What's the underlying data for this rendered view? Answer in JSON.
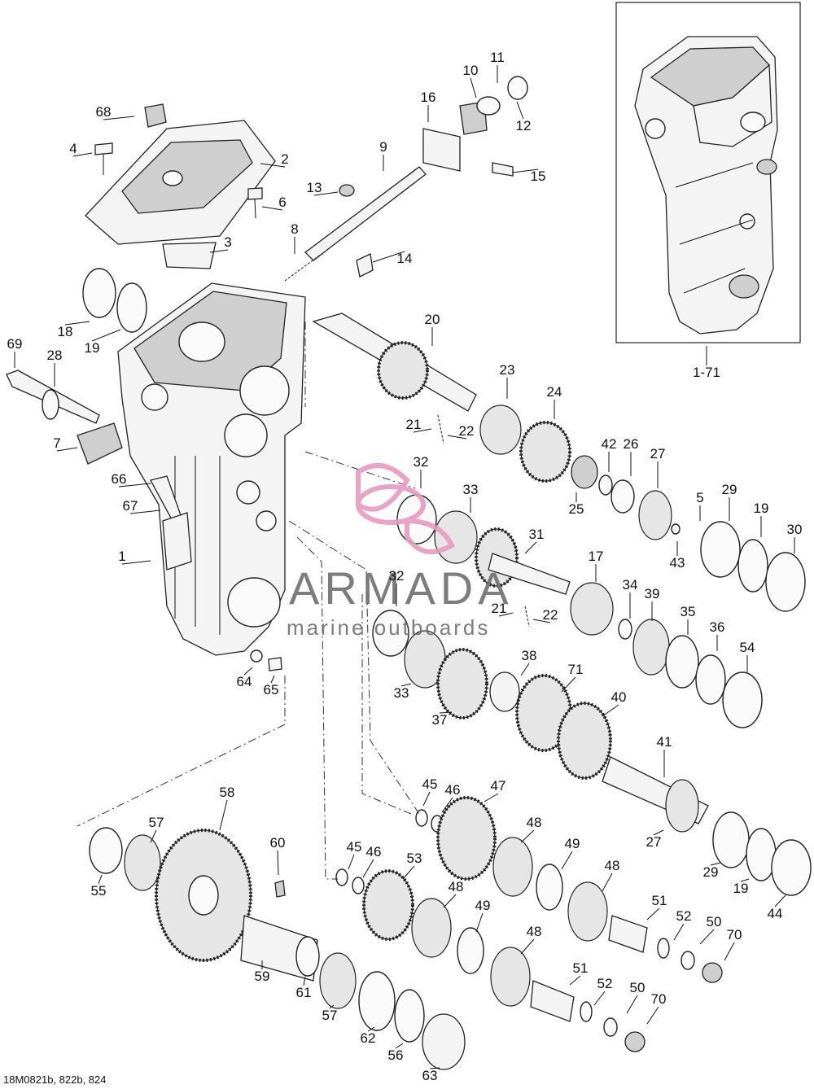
{
  "diagram_code": "18M0821b, 822b, 824",
  "watermark": {
    "name": "ARMADA",
    "tagline": "marine outboards",
    "accent_color": "#e79ac0",
    "text_color": "#6f6f6f"
  },
  "callouts": [
    "68",
    "4",
    "2",
    "6",
    "3",
    "8",
    "9",
    "13",
    "14",
    "16",
    "10",
    "11",
    "12",
    "15",
    "18",
    "19",
    "69",
    "28",
    "7",
    "66",
    "67",
    "1",
    "20",
    "23",
    "24",
    "21",
    "22",
    "32",
    "33",
    "25",
    "42",
    "26",
    "27",
    "5",
    "43",
    "29",
    "19",
    "30",
    "31",
    "17",
    "32",
    "21",
    "22",
    "34",
    "39",
    "35",
    "36",
    "54",
    "64",
    "65",
    "33",
    "37",
    "38",
    "71",
    "40",
    "41",
    "27",
    "29",
    "19",
    "44",
    "45",
    "46",
    "47",
    "48",
    "49",
    "48",
    "51",
    "52",
    "50",
    "70",
    "57",
    "58",
    "60",
    "55",
    "45",
    "46",
    "53",
    "48",
    "49",
    "48",
    "51",
    "52",
    "50",
    "70",
    "59",
    "61",
    "57",
    "62",
    "56",
    "63",
    "1-71"
  ]
}
